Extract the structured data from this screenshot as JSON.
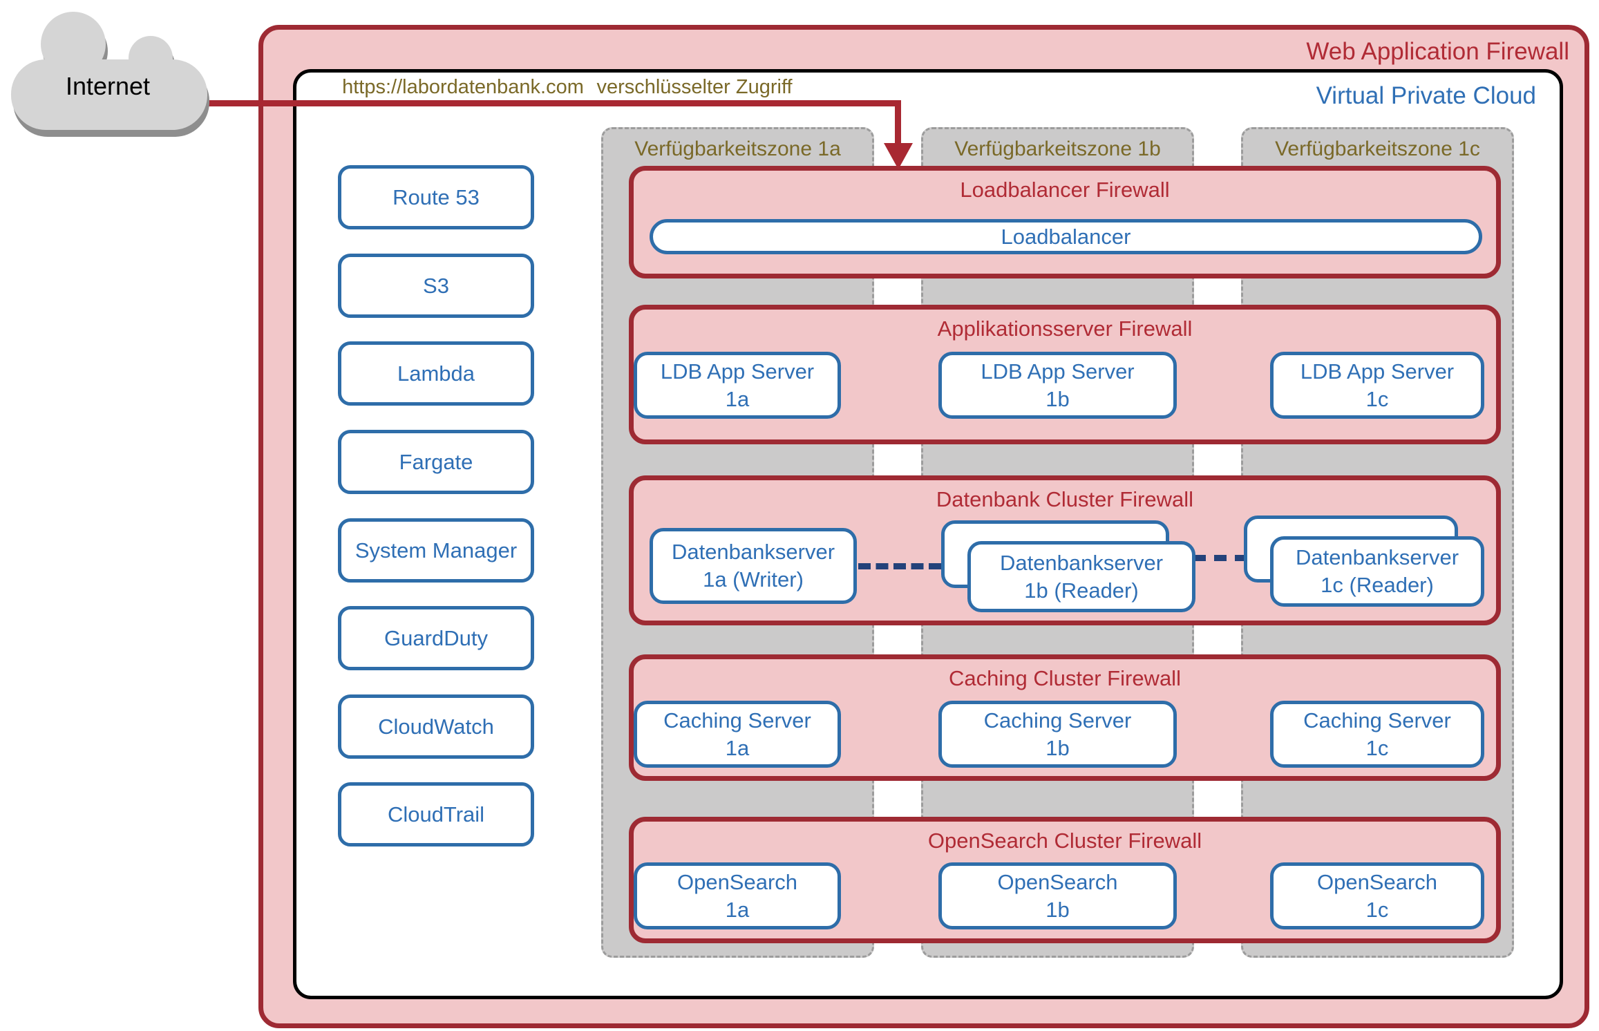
{
  "cloud": {
    "label": "Internet"
  },
  "waf": {
    "label": "Web Application Firewall"
  },
  "vpc": {
    "label": "Virtual Private Cloud"
  },
  "connection": {
    "url": "https://labordatenbank.com",
    "access_label": "verschlüsselter Zugriff"
  },
  "services": [
    "Route 53",
    "S3",
    "Lambda",
    "Fargate",
    "System Manager",
    "GuardDuty",
    "CloudWatch",
    "CloudTrail"
  ],
  "zones": [
    "Verfügbarkeitszone 1a",
    "Verfügbarkeitszone 1b",
    "Verfügbarkeitszone 1c"
  ],
  "firewalls": {
    "lb": {
      "title": "Loadbalancer Firewall",
      "node": "Loadbalancer"
    },
    "app": {
      "title": "Applikationsserver Firewall",
      "nodes": [
        {
          "l1": "LDB App Server",
          "l2": "1a"
        },
        {
          "l1": "LDB App Server",
          "l2": "1b"
        },
        {
          "l1": "LDB App Server",
          "l2": "1c"
        }
      ]
    },
    "db": {
      "title": "Datenbank Cluster Firewall",
      "nodes": [
        {
          "l1": "Datenbankserver",
          "l2": "1a (Writer)"
        },
        {
          "l1": "Datenbankserver",
          "l2": "1b (Reader)"
        },
        {
          "l1": "Datenbankserver",
          "l2": "1c (Reader)"
        }
      ]
    },
    "cache": {
      "title": "Caching Cluster Firewall",
      "nodes": [
        {
          "l1": "Caching Server",
          "l2": "1a"
        },
        {
          "l1": "Caching Server",
          "l2": "1b"
        },
        {
          "l1": "Caching Server",
          "l2": "1c"
        }
      ]
    },
    "search": {
      "title": "OpenSearch Cluster Firewall",
      "nodes": [
        {
          "l1": "OpenSearch",
          "l2": "1a"
        },
        {
          "l1": "OpenSearch",
          "l2": "1b"
        },
        {
          "l1": "OpenSearch",
          "l2": "1c"
        }
      ]
    }
  },
  "colors": {
    "red-border": "#9E2A33",
    "red-text": "#B02B35",
    "pink": "#F2C7C9",
    "blue-border": "#2E6DA9",
    "blue-text": "#2F6FB5",
    "olive": "#7A6928",
    "zone-fill": "#CBCACA",
    "zone-border": "#9C9C9C",
    "navy": "#24427A",
    "cloud-fill": "#D5D5D5",
    "cloud-shadow": "#8E8E8E",
    "line-red": "#A82832",
    "vpc-border": "#000000"
  }
}
